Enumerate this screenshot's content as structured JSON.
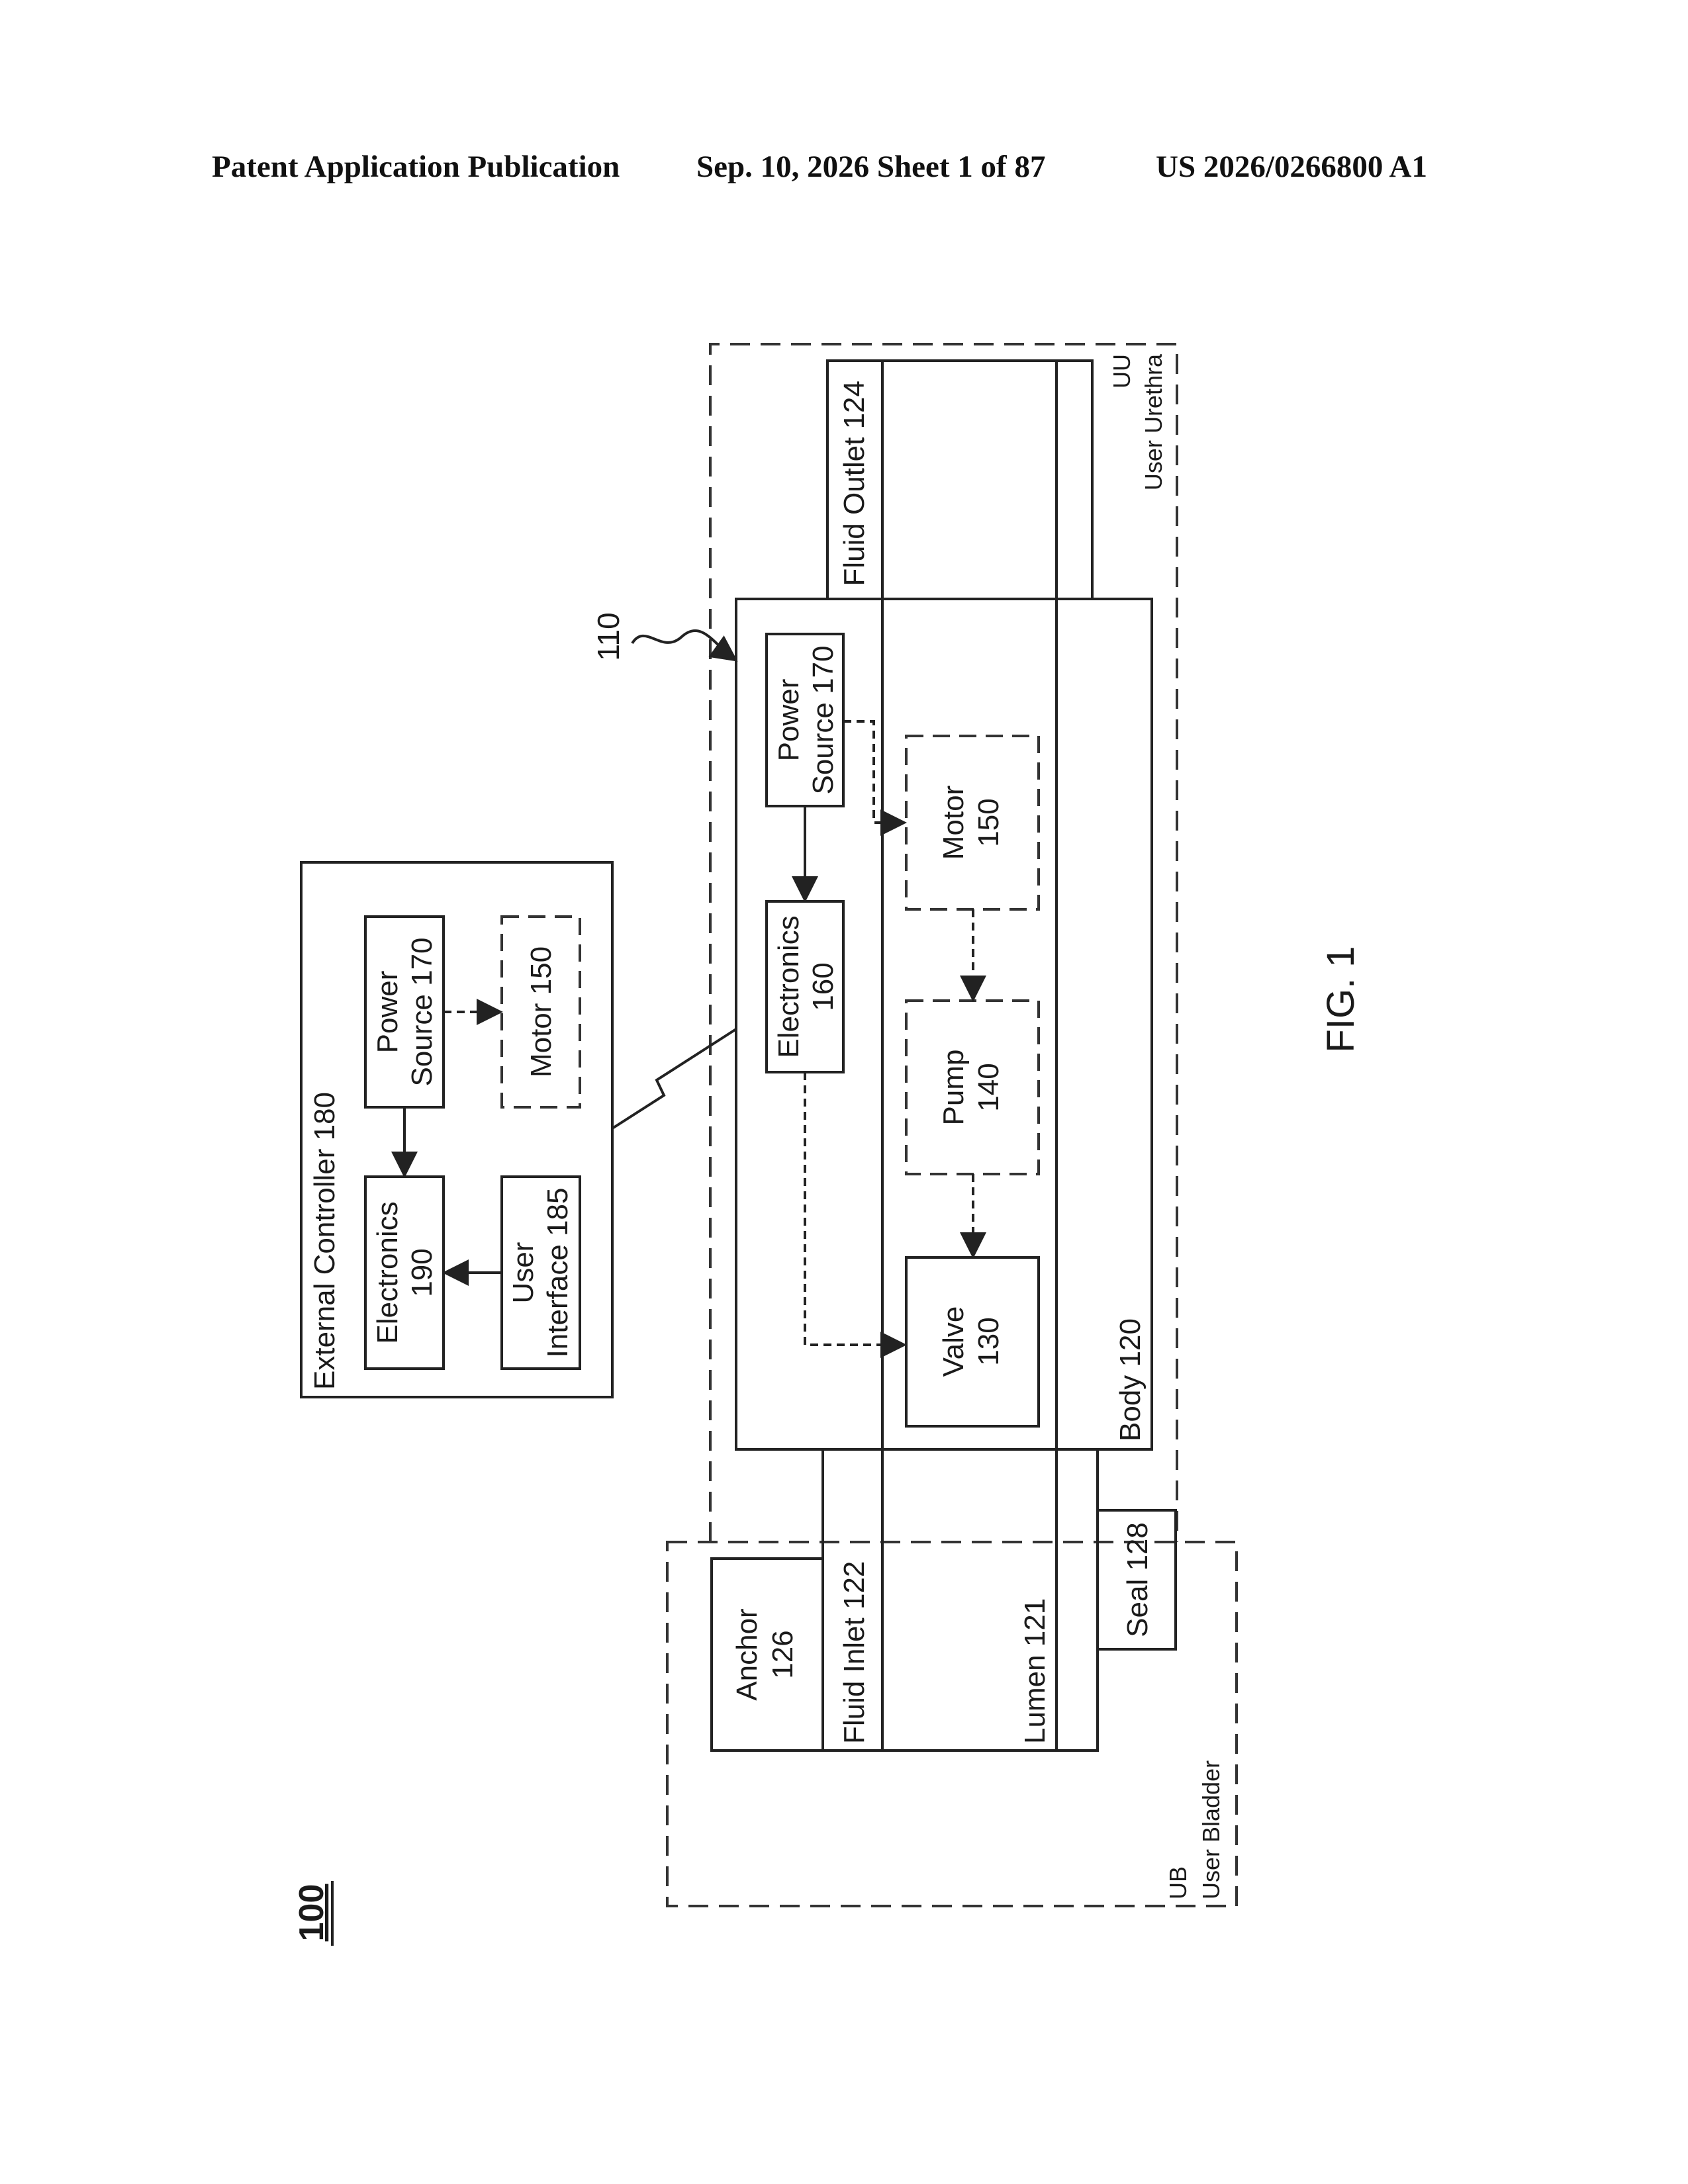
{
  "header": {
    "publication": "Patent Application Publication",
    "date_sheet": "Sep. 10, 2026   Sheet 1 of 87",
    "pub_number": "US 2026/0266800 A1"
  },
  "figure": {
    "ref_number": "100",
    "device_ref": "110",
    "caption": "FIG. 1"
  },
  "labels": {
    "uu": "UU",
    "user_urethra": "User Urethra",
    "ub": "UB",
    "user_bladder": "User Bladder",
    "fluid_outlet": "Fluid Outlet 124",
    "fluid_inlet": "Fluid Inlet 122",
    "lumen": "Lumen 121",
    "body": "Body 120",
    "seal": "Seal 128",
    "anchor_1": "Anchor",
    "anchor_2": "126",
    "power_1": "Power",
    "power_2": "Source 170",
    "motor_1": "Motor",
    "motor_2": "150",
    "electronics_1": "Electronics",
    "electronics_2": "160",
    "pump_1": "Pump",
    "pump_2": "140",
    "valve_1": "Valve",
    "valve_2": "130",
    "ext_controller": "External Controller 180",
    "ext_power_1": "Power",
    "ext_power_2": "Source 170",
    "ext_motor": "Motor 150",
    "ext_electronics_1": "Electronics",
    "ext_electronics_2": "190",
    "ui_1": "User",
    "ui_2": "Interface 185"
  }
}
